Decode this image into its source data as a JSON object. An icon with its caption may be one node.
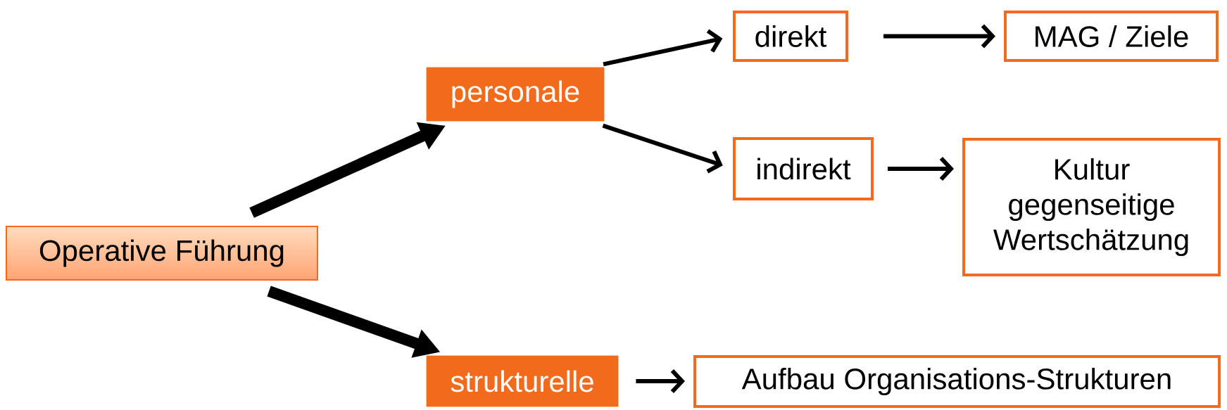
{
  "diagram": {
    "nodes": [
      {
        "text": [
          "Operative Führung"
        ]
      },
      {
        "text": [
          "personale"
        ]
      },
      {
        "text": [
          "strukturelle"
        ]
      },
      {
        "text": [
          "direkt"
        ]
      },
      {
        "text": [
          "MAG / Ziele"
        ]
      },
      {
        "text": [
          "indirekt"
        ]
      },
      {
        "text": [
          "Kultur gegenseitige Wertschätzung"
        ]
      },
      {
        "text": [
          "Aufbau Organisations-Strukturen"
        ]
      }
    ],
    "edges": [
      {
        "from": 0,
        "to": 1,
        "arrow": "to",
        "style": "thick"
      },
      {
        "from": 0,
        "to": 2,
        "arrow": "to",
        "style": "thick"
      },
      {
        "from": 1,
        "to": 3,
        "arrow": "to"
      },
      {
        "from": 1,
        "to": 5,
        "arrow": "to"
      },
      {
        "from": 3,
        "to": 4,
        "arrow": "to"
      },
      {
        "from": 5,
        "to": 6,
        "arrow": "to"
      },
      {
        "from": 2,
        "to": 7,
        "arrow": "to"
      }
    ]
  }
}
